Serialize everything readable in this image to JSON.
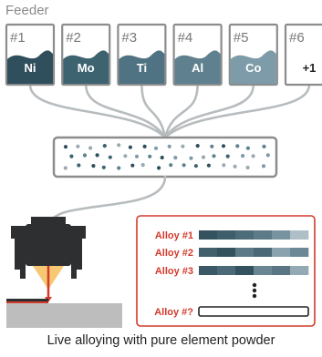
{
  "title": "Feeder",
  "feeders": [
    {
      "num": "#1",
      "label": "Ni",
      "color": "#2f4f5c"
    },
    {
      "num": "#2",
      "label": "Mo",
      "color": "#3d6371"
    },
    {
      "num": "#3",
      "label": "Ti",
      "color": "#4f7382"
    },
    {
      "num": "#4",
      "label": "Al",
      "color": "#5f818f"
    },
    {
      "num": "#5",
      "label": "Co",
      "color": "#7d9ba8"
    },
    {
      "num": "#6",
      "label": "+1",
      "color": "#ffffff"
    }
  ],
  "alloys": [
    {
      "label": "Alloy #1",
      "segments": [
        "#34525e",
        "#3f5e6b",
        "#4d6c79",
        "#5c7a87",
        "#7893a0",
        "#aebfc7"
      ]
    },
    {
      "label": "Alloy #2",
      "segments": [
        "#42606c",
        "#34525e",
        "#5b7986",
        "#4a6875",
        "#8aa2ae",
        "#6c8896"
      ]
    },
    {
      "label": "Alloy #3",
      "segments": [
        "#3a5866",
        "#4b6977",
        "#34525e",
        "#6a8693",
        "#5a7684",
        "#93a9b4"
      ]
    },
    {
      "label": "Alloy #?",
      "segments": []
    }
  ],
  "caption": "Live alloying with pure element powder",
  "colors": {
    "accent_red": "#d23a2c",
    "frame_gray": "#8c8c8c",
    "tube_gray": "#b7bcbf",
    "plate_gray": "#bdbdbd",
    "nozzle_yellow": "#f7c873",
    "head_dark": "#2d2f31"
  },
  "icons": [
    "laser-head-icon",
    "ellipsis-vertical-icon"
  ]
}
